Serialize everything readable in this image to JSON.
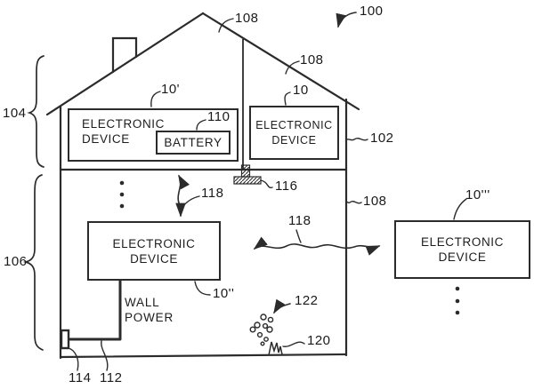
{
  "figure": {
    "colors": {
      "line": "#2b2b2b",
      "background": "#ffffff"
    },
    "refs": {
      "system": "100",
      "roof_peak": "108",
      "roof_slope": "108",
      "exterior_wall": "108",
      "house": "102",
      "attic_region": "104",
      "living_region": "106",
      "attic_device_left": "10'",
      "attic_device_right": "10",
      "main_device": "10''",
      "external_device": "10'''",
      "battery": "110",
      "antenna_ground": "116",
      "wireless_link_vertical": "118",
      "wireless_link_horizontal": "118",
      "outlet": "114",
      "power_cord": "112",
      "floor_crack": "120",
      "bubbles": "122"
    },
    "boxes": {
      "attic_left": {
        "line1": "ELECTRONIC",
        "line2": "DEVICE"
      },
      "battery": {
        "label": "BATTERY"
      },
      "attic_right": {
        "line1": "ELECTRONIC",
        "line2": "DEVICE"
      },
      "main": {
        "line1": "ELECTRONIC",
        "line2": "DEVICE"
      },
      "external": {
        "line1": "ELECTRONIC",
        "line2": "DEVICE"
      }
    },
    "annotations": {
      "wall_power_line1": "WALL",
      "wall_power_line2": "POWER"
    }
  }
}
